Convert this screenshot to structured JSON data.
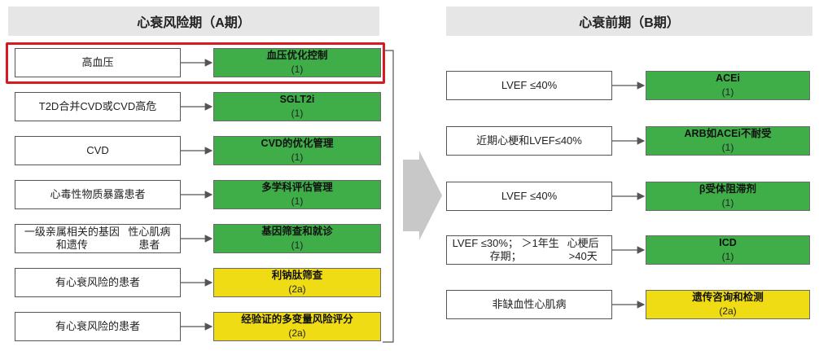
{
  "stage_a": {
    "title": "心衰风险期（A期）",
    "rows": [
      {
        "condition": "高血压",
        "treatment": "血压优化控制",
        "class": "(1)",
        "color": "green"
      },
      {
        "condition": "T2D合并CVD或CVD高危",
        "treatment": "SGLT2i",
        "class": "(1)",
        "color": "green"
      },
      {
        "condition": "CVD",
        "treatment": "CVD的优化管理",
        "class": "(1)",
        "color": "green"
      },
      {
        "condition": "心毒性物质暴露患者",
        "treatment": "多学科评估管理",
        "class": "(1)",
        "color": "green"
      },
      {
        "condition": "一级亲属相关的基因和遗传性心肌病患者",
        "condition_lines": [
          "一级亲属相关的基因和遗传",
          "性心肌病患者"
        ],
        "treatment": "基因筛查和就诊",
        "class": "(1)",
        "color": "green"
      },
      {
        "condition": "有心衰风险的患者",
        "treatment": "利钠肽筛查",
        "class": "(2a)",
        "color": "yellow"
      },
      {
        "condition": "有心衰风险的患者",
        "treatment": "经验证的多变量风险评分",
        "class": "(2a)",
        "color": "yellow"
      }
    ]
  },
  "stage_b": {
    "title": "心衰前期（B期）",
    "rows": [
      {
        "condition": "LVEF ≤40%",
        "treatment": "ACEi",
        "class": "(1)",
        "color": "green"
      },
      {
        "condition": "近期心梗和LVEF≤40%",
        "treatment": "ARB如ACEi不耐受",
        "class": "(1)",
        "color": "green"
      },
      {
        "condition": "LVEF ≤40%",
        "treatment": "β受体阻滞剂",
        "class": "(1)",
        "color": "green"
      },
      {
        "condition": "LVEF ≤30%；＞1年生存期；心梗后>40天",
        "condition_lines": [
          "LVEF ≤30%；  ＞1年生存期；",
          "心梗后>40天"
        ],
        "treatment": "ICD",
        "class": "(1)",
        "color": "green"
      },
      {
        "condition": "非缺血性心肌病",
        "treatment": "遗传咨询和检测",
        "class": "(2a)",
        "color": "yellow"
      }
    ]
  },
  "colors": {
    "green": "#3fae49",
    "yellow": "#f0dc14",
    "highlight": "#d8191f",
    "header_bg": "#e6e6e6"
  }
}
